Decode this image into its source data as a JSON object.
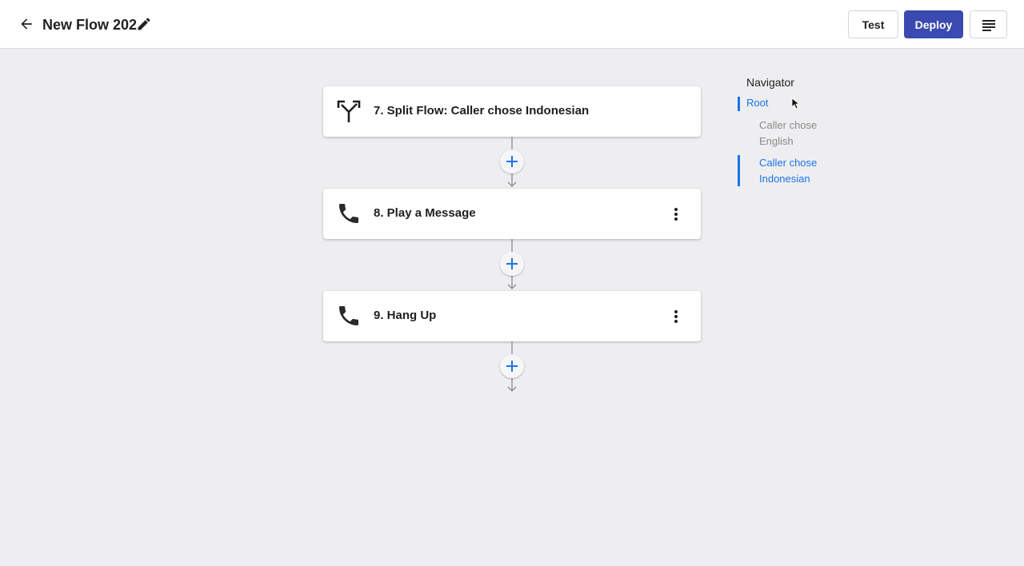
{
  "header": {
    "title": "New Flow 202",
    "buttons": {
      "test": "Test",
      "deploy": "Deploy"
    }
  },
  "flow": {
    "steps": [
      {
        "label": "7. Split Flow: Caller chose Indonesian",
        "icon": "split-icon",
        "has_menu": false
      },
      {
        "label": "8. Play a Message",
        "icon": "phone-icon",
        "has_menu": true
      },
      {
        "label": "9. Hang Up",
        "icon": "phone-icon",
        "has_menu": true
      }
    ]
  },
  "navigator": {
    "title": "Navigator",
    "items": [
      {
        "label": "Root",
        "active": true
      },
      {
        "label_lines": [
          "Caller chose",
          "English"
        ],
        "active": false
      },
      {
        "label_lines": [
          "Caller chose",
          "Indonesian"
        ],
        "active": true
      }
    ]
  },
  "colors": {
    "accent": "#1a73e8",
    "deploy": "#3a4ab0",
    "background": "#eeeef0",
    "inactive_text": "#8a8a8a"
  }
}
